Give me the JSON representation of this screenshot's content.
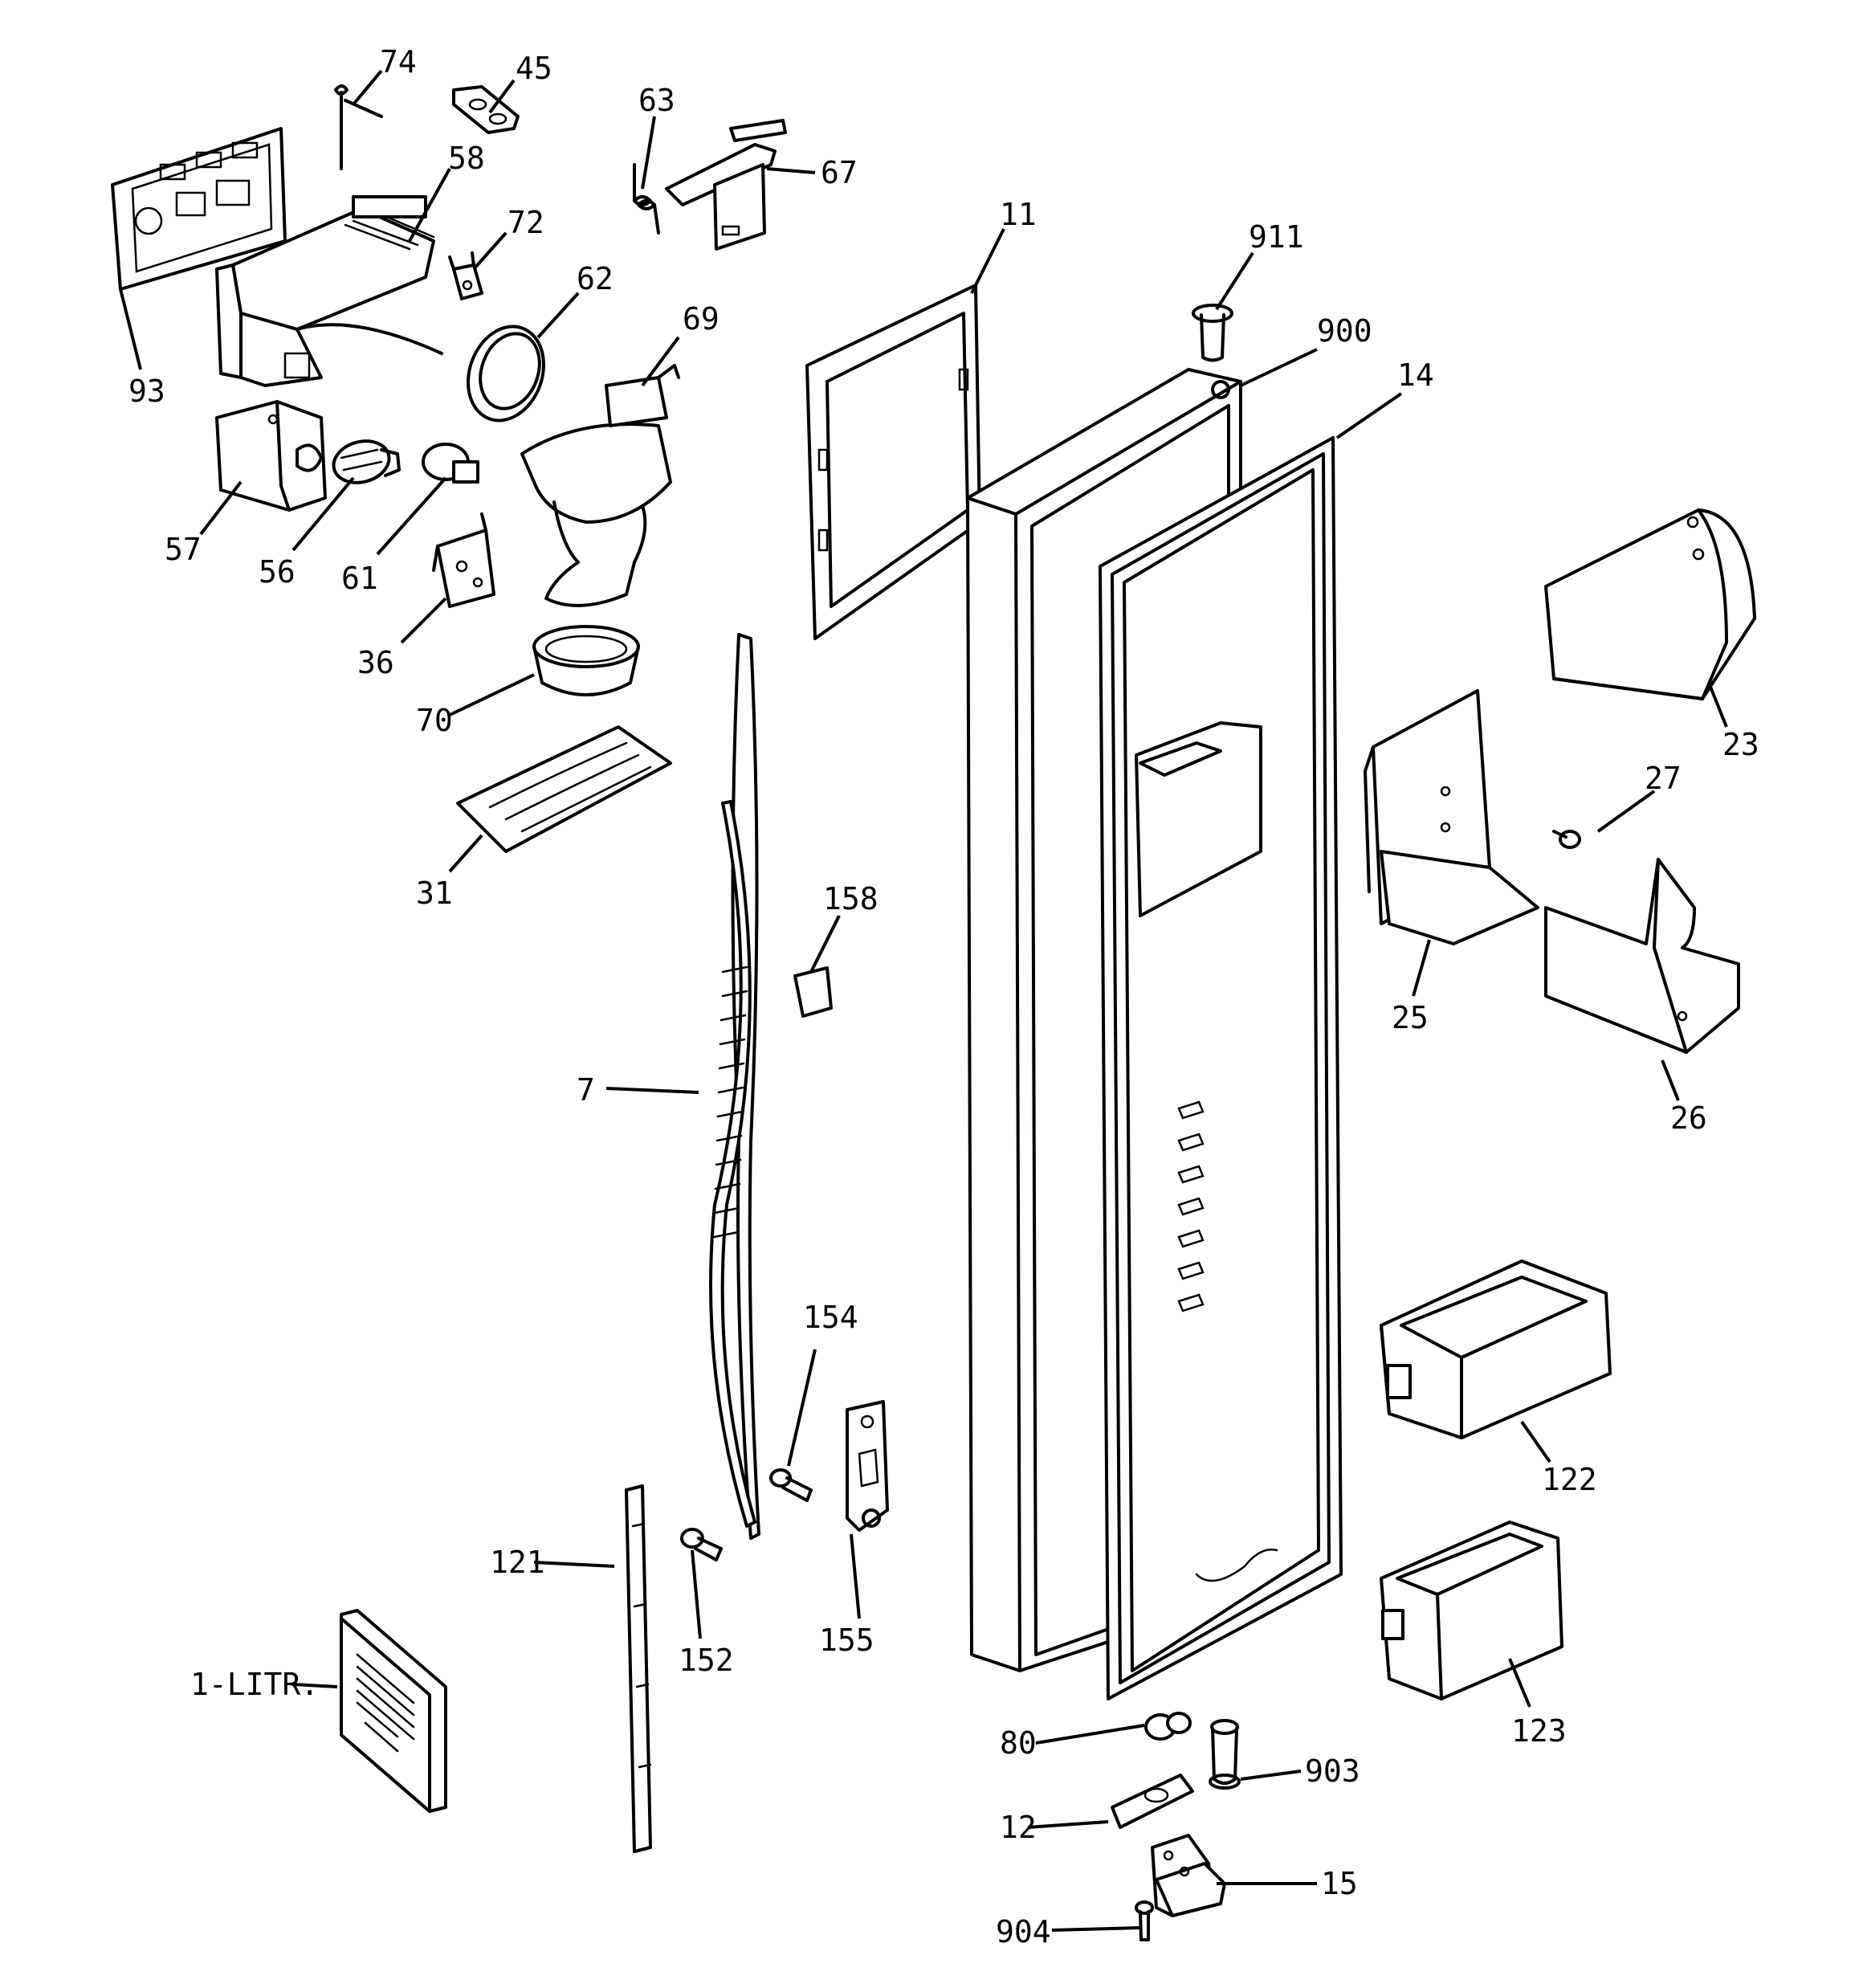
{
  "parts": {
    "p74": "74",
    "p45": "45",
    "p63": "63",
    "p67": "67",
    "p58": "58",
    "p72": "72",
    "p11": "11",
    "p911": "911",
    "p62": "62",
    "p69": "69",
    "p900": "900",
    "p14": "14",
    "p93": "93",
    "p57": "57",
    "p56": "56",
    "p61": "61",
    "p36": "36",
    "p70": "70",
    "p23": "23",
    "p27": "27",
    "p31": "31",
    "p158": "158",
    "p25": "25",
    "p26": "26",
    "p7": "7",
    "p154": "154",
    "p122": "122",
    "p121": "121",
    "p152": "152",
    "p155": "155",
    "p1litr": "1-LITR.",
    "p123": "123",
    "p80": "80",
    "p903": "903",
    "p12": "12",
    "p15": "15",
    "p904": "904"
  }
}
